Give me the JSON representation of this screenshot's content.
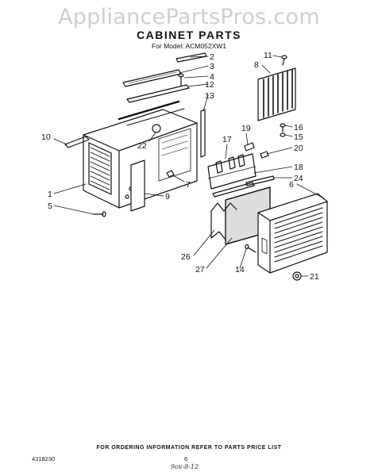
{
  "watermark": "AppliancePartsPros.com",
  "title": "CABINET PARTS",
  "model_line": "For Model: ACM052XW1",
  "footer_note": "FOR ORDERING INFORMATION REFER TO PARTS PRICE LIST",
  "doc_number": "4318230",
  "page_number": "6",
  "handwritten_note": "9ov-8-12",
  "callouts": {
    "c1": "1",
    "c2": "2",
    "c3": "3",
    "c4": "4",
    "c5": "5",
    "c6": "6",
    "c7": "7",
    "c8": "8",
    "c9": "9",
    "c10": "10",
    "c11": "11",
    "c12": "12",
    "c13": "13",
    "c14": "14",
    "c15": "15",
    "c16": "16",
    "c17": "17",
    "c18": "18",
    "c19": "19",
    "c20": "20",
    "c21": "21",
    "c22": "22",
    "c24": "24",
    "c26": "26",
    "c27": "27"
  }
}
